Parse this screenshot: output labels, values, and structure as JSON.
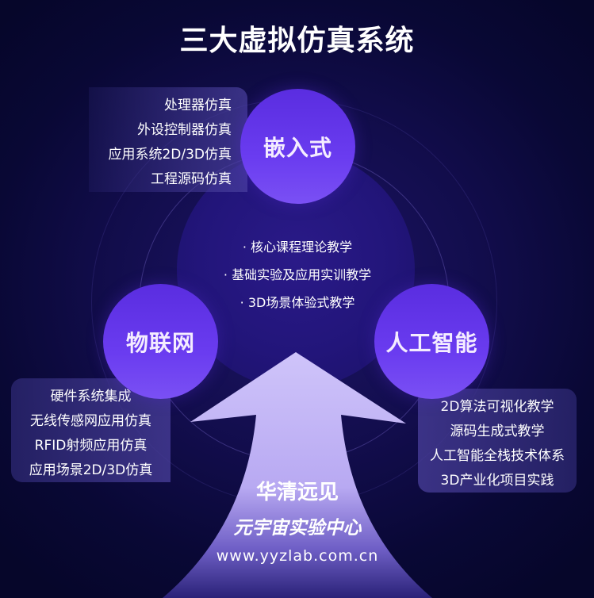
{
  "title": "三大虚拟仿真系统",
  "colors": {
    "background": "#0b0a3a",
    "circle": "#6236ec",
    "arrow": "#c9bdf7",
    "panel": "#3a3480"
  },
  "center": {
    "items": [
      "· 核心课程理论教学",
      "· 基础实验及应用实训教学",
      "· 3D场景体验式教学"
    ]
  },
  "systems": [
    {
      "name": "嵌入式",
      "features": [
        "处理器仿真",
        "外设控制器仿真",
        "应用系统2D/3D仿真",
        "工程源码仿真"
      ]
    },
    {
      "name": "物联网",
      "features": [
        "硬件系统集成",
        "无线传感网应用仿真",
        "RFID射频应用仿真",
        "应用场景2D/3D仿真"
      ]
    },
    {
      "name": "人工智能",
      "features": [
        "2D算法可视化教学",
        "源码生成式教学",
        "人工智能全栈技术体系",
        "3D产业化项目实践"
      ]
    }
  ],
  "brand": {
    "name": "华清远见",
    "subtitle": "元宇宙实验中心",
    "url": "www.yyzlab.com.cn"
  }
}
